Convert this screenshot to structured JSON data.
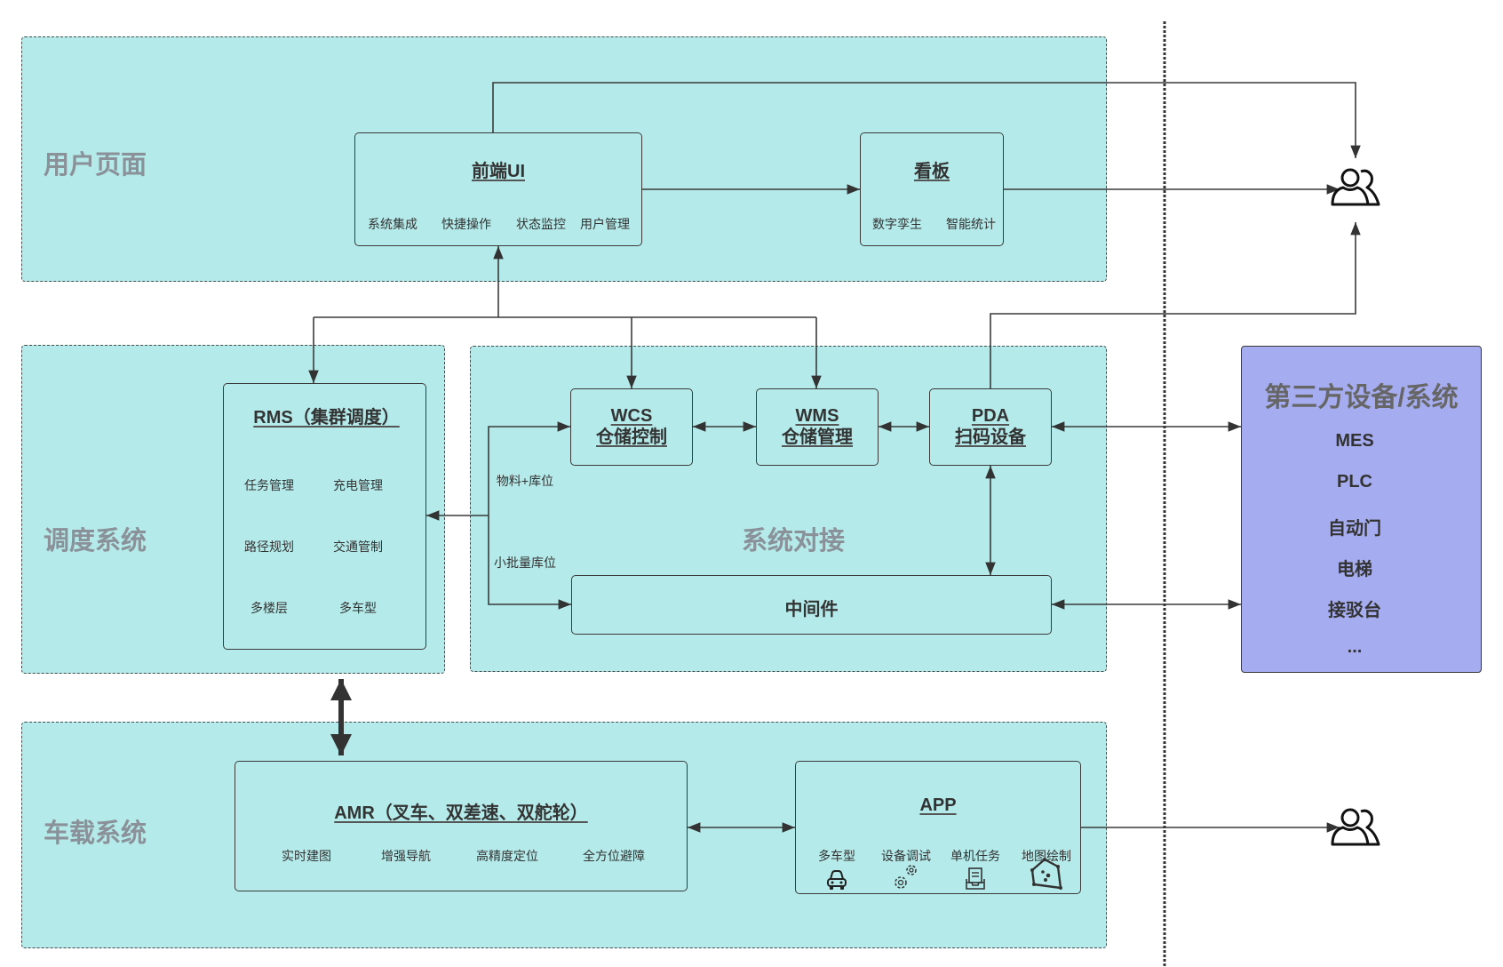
{
  "sections": {
    "user_page": "用户页面",
    "scheduling": "调度系统",
    "docking": "系统对接",
    "vehicle": "车载系统"
  },
  "frontend": {
    "title": "前端UI",
    "items": [
      "系统集成",
      "快捷操作",
      "状态监控",
      "用户管理"
    ]
  },
  "kanban": {
    "title": "看板",
    "items": [
      "数字孪生",
      "智能统计"
    ]
  },
  "rms": {
    "title": "RMS（集群调度）",
    "items": [
      "任务管理",
      "充电管理",
      "路径规划",
      "交通管制",
      "多楼层",
      "多车型"
    ]
  },
  "wcs": {
    "line1": "WCS",
    "line2": "仓储控制"
  },
  "wms": {
    "line1": "WMS",
    "line2": "仓储管理"
  },
  "pda": {
    "line1": "PDA",
    "line2": "扫码设备"
  },
  "middleware": {
    "title": "中间件"
  },
  "edge_labels": {
    "material_location": "物料+库位",
    "small_batch_location": "小批量库位"
  },
  "amr": {
    "title": "AMR（叉车、双差速、双舵轮）",
    "items": [
      "实时建图",
      "增强导航",
      "高精度定位",
      "全方位避障"
    ]
  },
  "app": {
    "title": "APP",
    "items": [
      {
        "label": "多车型",
        "icon": "car-icon"
      },
      {
        "label": "设备调试",
        "icon": "gears-icon"
      },
      {
        "label": "单机任务",
        "icon": "task-tray-icon"
      },
      {
        "label": "地图绘制",
        "icon": "map-polygon-icon"
      }
    ]
  },
  "third_party": {
    "title": "第三方设备/系统",
    "items": [
      "MES",
      "PLC",
      "自动门",
      "电梯",
      "接驳台",
      "..."
    ]
  },
  "actors": [
    "users-icon",
    "users-icon"
  ],
  "colors": {
    "panel_fill": "#b5eaea",
    "third_party_fill": "#a5adf0",
    "line": "#3a3a3a",
    "section_label": "#8a9198"
  }
}
